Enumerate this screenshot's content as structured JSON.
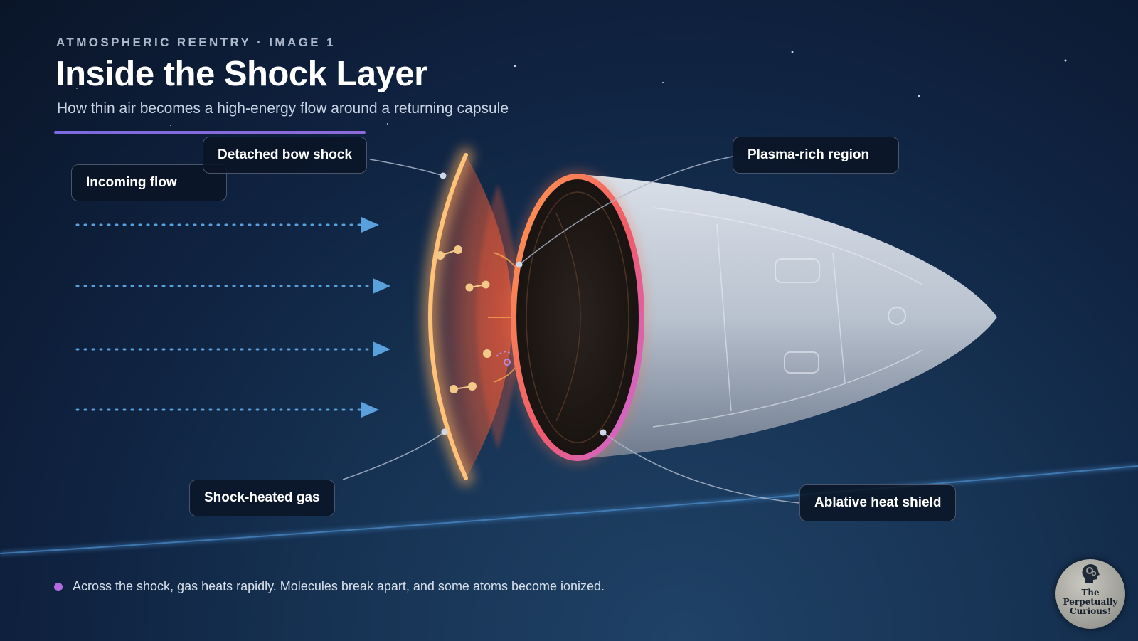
{
  "header": {
    "eyebrow": "ATMOSPHERIC REENTRY · IMAGE 1",
    "title": "Inside the Shock Layer",
    "subtitle": "How thin air becomes a high-energy flow around a returning capsule"
  },
  "callouts": {
    "bow_shock": "Detached bow shock",
    "incoming_flow": "Incoming flow",
    "plasma": "Plasma-rich region",
    "shock_heated_gas": "Shock-heated gas",
    "heat_shield": "Ablative heat shield"
  },
  "footer": {
    "note": "Across the shock, gas heats rapidly. Molecules break apart, and some atoms become ionized."
  },
  "badge": {
    "line1": "The Perpetually",
    "line2": "Curious!"
  },
  "colors": {
    "flow_arrow": "#5aa0dc",
    "shock_glow": "#ffc27a",
    "heat_shield_rim": "#f08a50",
    "accent": "#8f6ad8"
  }
}
